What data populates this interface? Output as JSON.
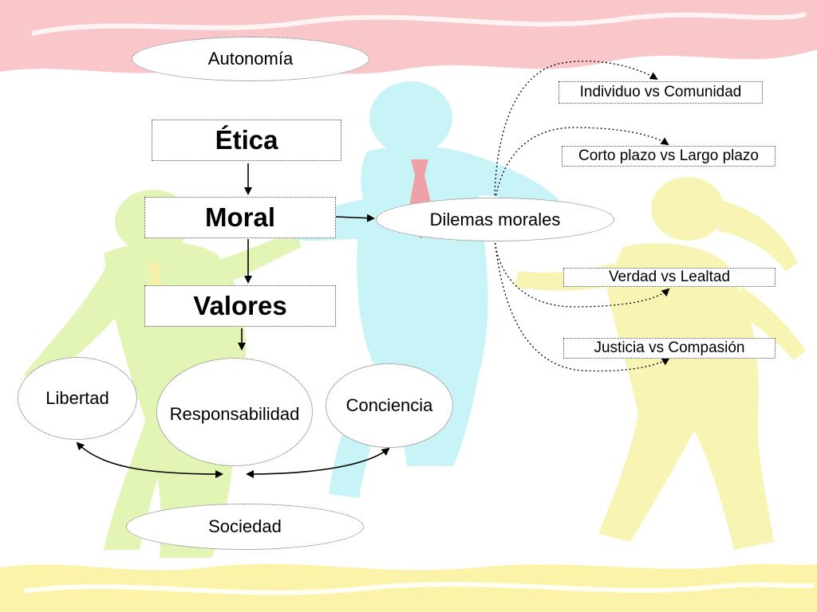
{
  "nodes": {
    "autonomia": "Autonomía",
    "etica": "Ética",
    "moral": "Moral",
    "valores": "Valores",
    "dilemas": "Dilemas morales",
    "libertad": "Libertad",
    "responsabilidad": "Responsabilidad",
    "conciencia": "Conciencia",
    "sociedad": "Sociedad"
  },
  "dilemmas": [
    "Individuo vs Comunidad",
    "Corto plazo vs Largo plazo",
    "Verdad vs Lealtad",
    "Justicia vs Compasión"
  ],
  "colors": {
    "top_band": "#f9c7c9",
    "bottom_band": "#fbf3a8",
    "figure_cyan": "#c8f4f7",
    "figure_green": "#e3f5b5",
    "figure_yellow": "#f7f4b4",
    "tie_red": "#eea2a8",
    "tie_yellow": "#f6f0a8"
  }
}
